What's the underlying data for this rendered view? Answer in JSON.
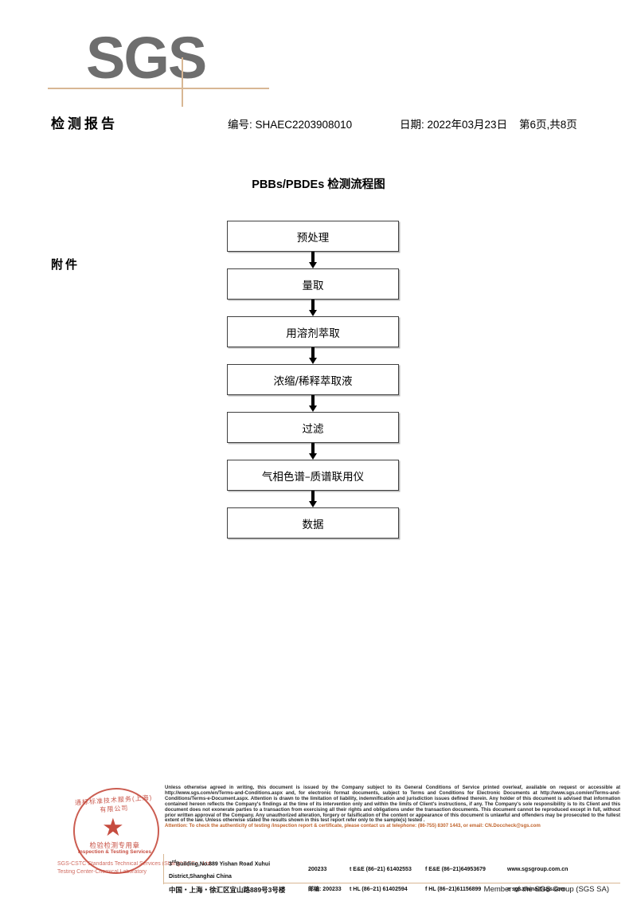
{
  "brand": {
    "logo_text": "SGS",
    "logo_color": "#6e6e6e",
    "rule_color": "#d8b794",
    "seal_color": "#c0392b"
  },
  "header": {
    "title": "检测报告",
    "report_no": "编号: SHAEC2203908010",
    "date": "日期: 2022年03月23日",
    "page": "第6页,共8页",
    "subtitle": "附件"
  },
  "flowchart": {
    "title": "PBBs/PBDEs 检测流程图",
    "steps": [
      {
        "label": "预处理"
      },
      {
        "label": "量取"
      },
      {
        "label": "用溶剂萃取"
      },
      {
        "label": "浓缩/稀释萃取液"
      },
      {
        "label": "过滤"
      },
      {
        "label": "气相色谱–质谱联用仪"
      },
      {
        "label": "数据"
      }
    ]
  },
  "seal": {
    "arc_text": "通标标准技术服务(上海)有限公司",
    "center_cn": "检验检测专用章",
    "center_en": "Inspection & Testing Services",
    "foot_line1": "SGS-CSTC Standards Technical Services (Shanghai) Co., Ltd.",
    "foot_line2": "Testing Center-Chemical Laboratory",
    "inner_cn": "Inspection & Testing Services"
  },
  "legal": {
    "paragraph": "Unless otherwise agreed in writing, this document is issued by the Company subject to its General Conditions of Service printed overleaf, available on request or accessible at http://www.sgs.com/en/Terms-and-Conditions.aspx and, for electronic format documents, subject to Terms and Conditions for Electronic Documents at http://www.sgs.com/en/Terms-and-Conditions/Terms-e-Document.aspx. Attention is drawn to the limitation of liability, indemnification and jurisdiction issues defined therein. Any holder of this document is advised that information contained hereon reflects the Company's findings at the time of its intervention only and within the limits of Client's instructions, if any. The Company's sole responsibility is to its Client and this document does not exonerate parties to a transaction from exercising all their rights and obligations under the transaction documents. This document cannot be reproduced except in full, without prior written approval of the Company. Any unauthorized alteration, forgery or falsification of the content or appearance of this document is unlawful and offenders may be prosecuted to the fullest extent of the law. Unless otherwise stated the results shown in this test report refer only to the sample(s) tested .",
    "attention": "Attention: To check the authenticity of testing /inspection report & certificate, please contact us at telephone: (86-755) 8307 1443, or email: CN.Doccheck@sgs.com"
  },
  "address": {
    "en_line": "Building,No.889 Yishan Road Xuhui District,Shanghai China",
    "en_sup": "rd",
    "en_prefix": "3",
    "en_zip": "200233",
    "en_tel": "t E&E (86–21) 61402553",
    "en_fax": "f E&E (86–21)64953679",
    "en_web": "www.sgsgroup.com.cn",
    "cn_line": "中国・上海・徐汇区宜山路889号3号楼",
    "cn_zip_label": "邮编:",
    "cn_zip": "200233",
    "cn_tel": "t HL (86–21) 61402594",
    "cn_fax": "f HL (86–21)61156899",
    "cn_email": "e sgs.china@sgs.com"
  },
  "footer": {
    "member": "Member of the SGS Group (SGS SA)"
  }
}
